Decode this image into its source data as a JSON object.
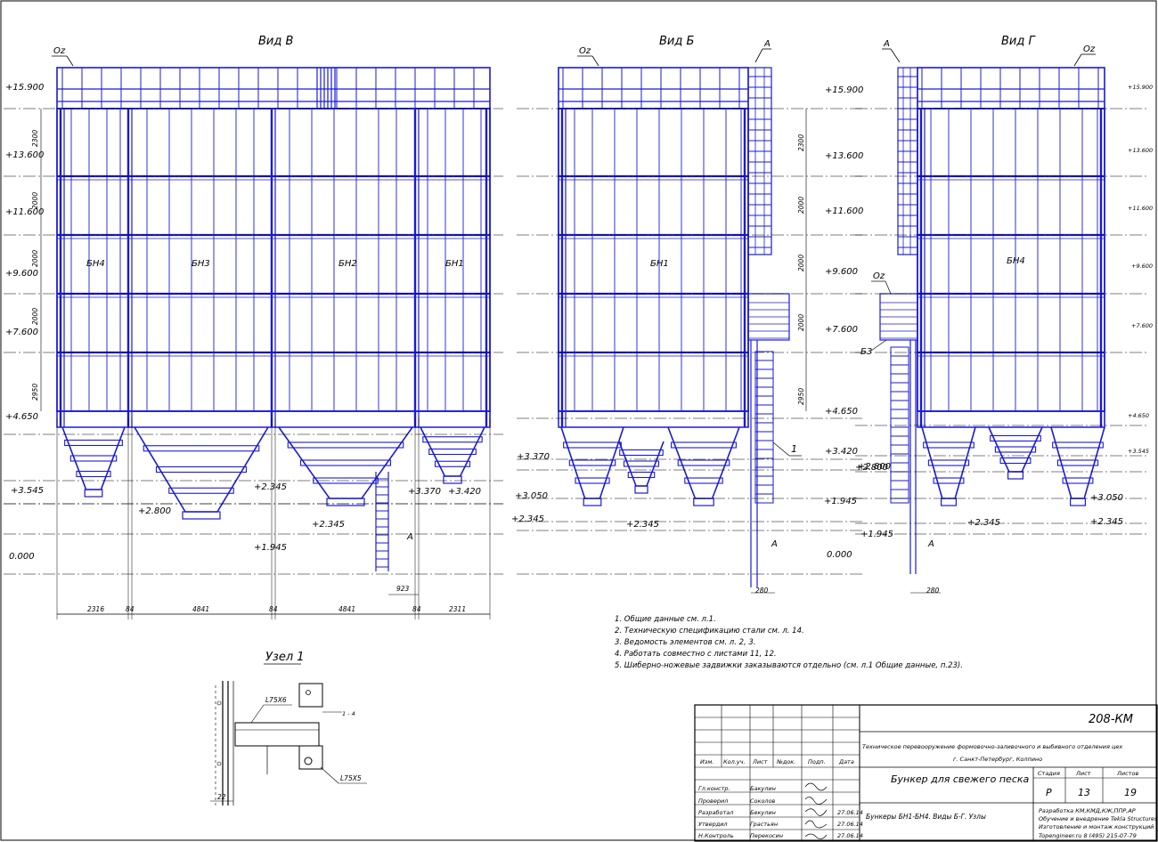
{
  "views": {
    "view_v": {
      "title": "Вид В",
      "axis": "Оz",
      "bunkers": [
        "БН4",
        "БН3",
        "БН2",
        "БН1"
      ]
    },
    "view_b": {
      "title": "Вид Б",
      "axis": "Оz",
      "axis_a": "А",
      "bunker": "БН1",
      "node": "1"
    },
    "view_g": {
      "title": "Вид Г",
      "axis": "Оz",
      "axis_a": "А",
      "axis_oz2": "Оz",
      "bunker": "БН4",
      "b3": "Б3"
    }
  },
  "levels": {
    "l15900": "+15.900",
    "l13600": "+13.600",
    "l11600": "+11.600",
    "l9600": "+9.600",
    "l7600": "+7.600",
    "l4650": "+4.650",
    "l3545": "+3.545",
    "l2800": "+2.800",
    "l2345": "+2.345",
    "l1945": "+1.945",
    "l3370": "+3.370",
    "l3420": "+3.420",
    "l3050": "+3.050",
    "l0000": "0.000"
  },
  "dims": {
    "v2300": "2300",
    "v2000": "2000",
    "v2950": "2950",
    "h2316": "2316",
    "h84": "84",
    "h4841": "4841",
    "h2311": "2311",
    "h923": "923",
    "h280": "280"
  },
  "notes": [
    "1. Общие данные см. л.1.",
    "2. Техническую спецификацию стали см. л. 14.",
    "3. Ведомость элементов см. л. 2, 3.",
    "4. Работать совместно с листами 11, 12.",
    "5. Шиберно-ножевые задвижки заказываются отдельно (см. л.1 Общие данные, п.23)."
  ],
  "node1": {
    "title": "Узел 1",
    "profile_top": "L75X6",
    "profile_bottom": "L75X5",
    "mark": "1 - 4",
    "dim": "22"
  },
  "stamp": {
    "code": "208-КМ",
    "project": "Техническое перевооружение формовочно-заливочного и выбивного отделения цех",
    "city": "г. Санкт-Петербург, Колпино",
    "drawing_title": "Бункер для свежего песка",
    "sheet_title": "Бункеры БН1-БН4. Виды Б-Г. Узлы",
    "cols": [
      "Изм.",
      "Кол.уч.",
      "Лист",
      "№док.",
      "Подп.",
      "Дата"
    ],
    "stage_label": "Стадия",
    "sheet_label": "Лист",
    "sheets_label": "Листов",
    "stage": "Р",
    "sheet": "13",
    "sheets": "19",
    "roles": [
      {
        "role": "Гл.констр.",
        "name": "Бакулин",
        "date": ""
      },
      {
        "role": "Проверил",
        "name": "Соколов",
        "date": ""
      },
      {
        "role": "Разработал",
        "name": "Бекулин",
        "date": "27.06.14"
      },
      {
        "role": "Утвердил",
        "name": "Грастьян",
        "date": "27.06.14"
      },
      {
        "role": "Н.Контроль",
        "name": "Перекосин",
        "date": "27.06.14"
      }
    ],
    "company_lines": [
      "Разработка КМ,КМД,КЖ,ППР,АР",
      "Обучение и внедрение Tekla Structures",
      "Изготовление и монтаж конструкций",
      "Topengineer.ru 8 (495) 215-07-79"
    ]
  }
}
